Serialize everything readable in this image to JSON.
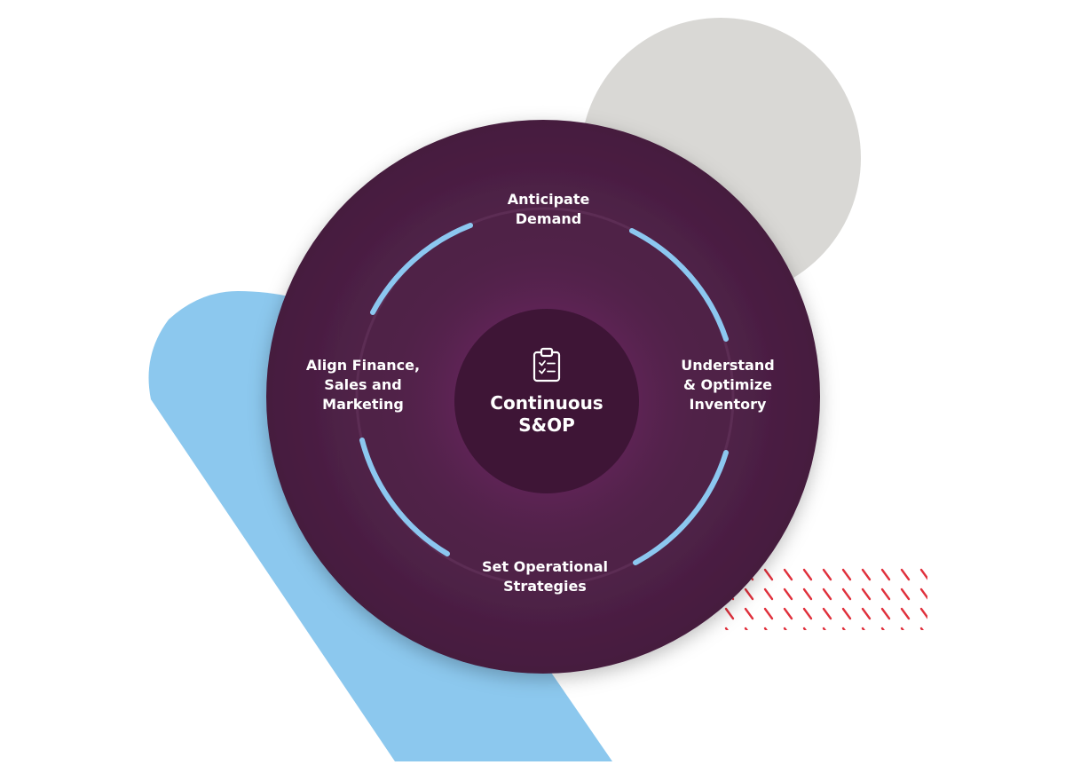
{
  "diagram": {
    "center_title": "Continuous\nS&OP",
    "center_icon": "clipboard-checklist-icon",
    "steps": [
      {
        "id": "anticipate",
        "label": "Anticipate\nDemand"
      },
      {
        "id": "inventory",
        "label": "Understand\n& Optimize\nInventory"
      },
      {
        "id": "operational",
        "label": "Set Operational\nStrategies"
      },
      {
        "id": "align",
        "label": "Align Finance,\nSales and\nMarketing"
      }
    ]
  },
  "colors": {
    "outer_ring": "#4f2147",
    "inner_core": "#3e1536",
    "arc": "#8cc7f0",
    "blue_band": "#8cc8ee",
    "gray_circle": "#d9d8d5",
    "hatch": "#e0303c"
  }
}
